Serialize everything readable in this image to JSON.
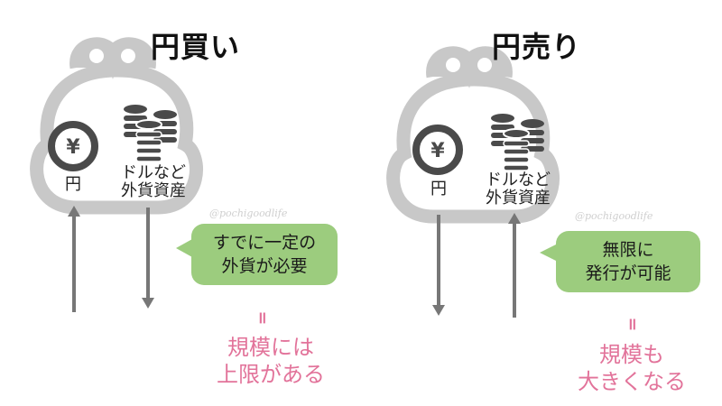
{
  "panels": [
    {
      "title": "円買い",
      "yen_label": "円",
      "foreign_label_line1": "ドルなど",
      "foreign_label_line2": "外貨資産",
      "yen_symbol": "¥",
      "bubble_line1": "すでに一定の",
      "bubble_line2": "外貨が必要",
      "equals": "॥",
      "conclusion_line1": "規模には",
      "conclusion_line2": "上限がある",
      "yen_arrow": "up",
      "foreign_arrow": "down"
    },
    {
      "title": "円売り",
      "yen_label": "円",
      "foreign_label_line1": "ドルなど",
      "foreign_label_line2": "外貨資産",
      "yen_symbol": "¥",
      "bubble_line1": "無限に",
      "bubble_line2": "発行が可能",
      "equals": "॥",
      "conclusion_line1": "規模も",
      "conclusion_line2": "大きくなる",
      "yen_arrow": "down",
      "foreign_arrow": "up"
    }
  ],
  "watermark": "@pochigoodlife",
  "colors": {
    "purse": "#c8c8c8",
    "icon": "#4a4a4a",
    "arrow": "#777777",
    "bubble": "#9ccc7e",
    "accent_pink": "#e2739a"
  },
  "icons": {
    "purse": "coin-purse-icon",
    "yen_coin": "yen-coin-icon",
    "coin_stacks": "coin-stack-icon"
  }
}
